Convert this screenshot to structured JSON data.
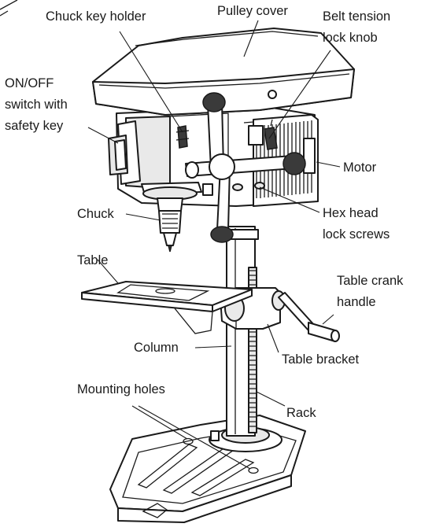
{
  "labels": {
    "chuck_key_holder": "Chuck key holder",
    "pulley_cover": "Pulley cover",
    "belt_tension_1": "Belt tension",
    "belt_tension_2": "lock knob",
    "onoff_1": "ON/OFF",
    "onoff_2": "switch with",
    "onoff_3": "safety key",
    "motor": "Motor",
    "chuck": "Chuck",
    "hex_1": "Hex head",
    "hex_2": "lock screws",
    "table": "Table",
    "crank_1": "Table crank",
    "crank_2": "handle",
    "column": "Column",
    "table_bracket": "Table bracket",
    "mounting_holes": "Mounting holes",
    "rack": "Rack"
  }
}
